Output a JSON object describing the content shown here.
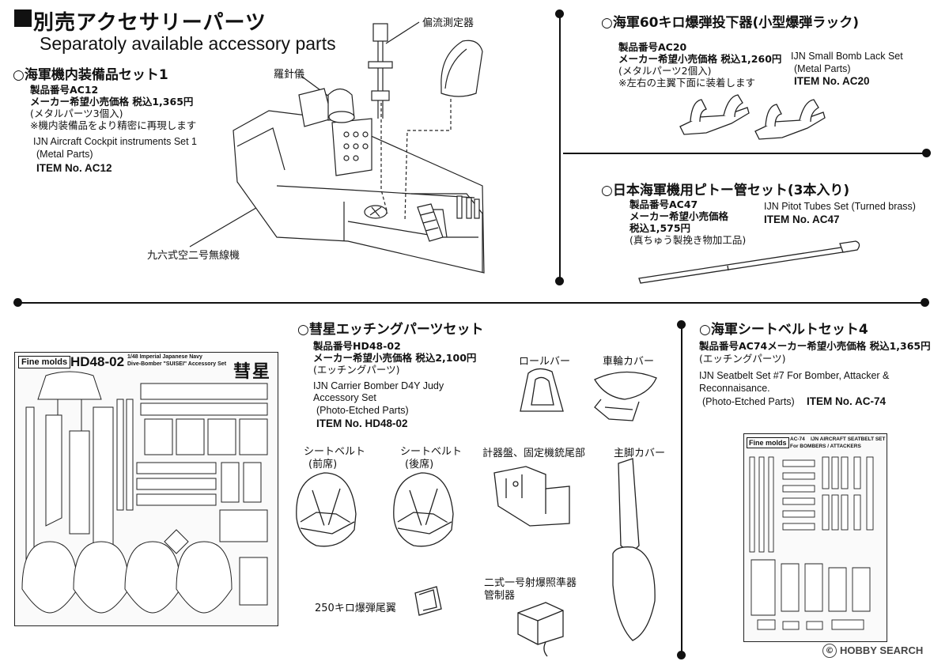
{
  "header": {
    "title_jp": "別売アクセサリーパーツ",
    "title_en": "Separatoly available accessory parts"
  },
  "ac12": {
    "heading": "○海軍機内装備品セット1",
    "code": "製品番号AC12",
    "price": "メーカー希望小売価格 税込1,365円",
    "parts": "(メタルパーツ3個入)",
    "note": "※機内装備品をより精密に再現します",
    "en_name": "IJN Aircraft Cockpit instruments Set 1",
    "en_type": "(Metal Parts)",
    "item": "ITEM No. AC12",
    "callout_flow": "偏流測定器",
    "callout_compass": "羅針儀",
    "callout_radio": "九六式空二号無線機"
  },
  "ac20": {
    "heading": "○海軍60キロ爆弾投下器(小型爆弾ラック)",
    "code": "製品番号AC20",
    "price": "メーカー希望小売価格 税込1,260円",
    "parts": "(メタルパーツ2個入)",
    "note": "※左右の主翼下面に装着します",
    "en_name": "IJN Small Bomb Lack Set",
    "en_type": "(Metal Parts)",
    "item": "ITEM No. AC20"
  },
  "ac47": {
    "heading": "○日本海軍機用ピトー管セット(3本入り)",
    "code": "製品番号AC47",
    "price_label": "メーカー希望小売価格",
    "price": "税込1,575円",
    "parts": "(真ちゅう製挽き物加工品)",
    "en_name": "IJN Pitot Tubes Set (Turned brass)",
    "item": "ITEM No. AC47"
  },
  "hd4802": {
    "heading": "○彗星エッチングパーツセット",
    "code": "製品番号HD48-02",
    "price": "メーカー希望小売価格 税込2,100円",
    "parts": "(エッチングパーツ)",
    "en_name": "IJN Carrier Bomber D4Y Judy",
    "en_name2": "Accessory Set",
    "en_type": "(Photo-Etched Parts)",
    "item": "ITEM No. HD48-02",
    "sheet_brand": "Fine molds",
    "sheet_code": "HD48-02",
    "sheet_desc1": "1/48 Imperial Japanese Navy",
    "sheet_desc2": "Dive-Bomber \"SUISEI\" Accessory Set",
    "sheet_kanji": "彗星",
    "label_rollbar": "ロールバー",
    "label_wheelcover": "車輪カバー",
    "label_seatbelt_front_1": "シートベルト",
    "label_seatbelt_front_2": "(前席)",
    "label_seatbelt_rear_1": "シートベルト",
    "label_seatbelt_rear_2": "(後席)",
    "label_panel": "計器盤、固定機銃尾部",
    "label_gearcover": "主脚カバー",
    "label_bombfin": "250キロ爆弾尾翼",
    "label_sight_1": "二式一号射爆照準器",
    "label_sight_2": "管制器"
  },
  "ac74": {
    "heading": "○海軍シートベルトセット4",
    "code_price": "製品番号AC74メーカー希望小売価格 税込1,365円",
    "parts": "(エッチングパーツ)",
    "en_name": "IJN Seatbelt Set #7 For Bomber, Attacker &",
    "en_name2": "Reconnaisance.",
    "en_type": "(Photo-Etched Parts)",
    "item": "ITEM No. AC-74",
    "sheet_brand": "Fine molds",
    "sheet_code": "AC-74",
    "sheet_desc1": "IJN AIRCRAFT SEATBELT SET",
    "sheet_desc2": "For BOMBERS / ATTACKERS"
  },
  "watermark": "HOBBY SEARCH",
  "watermark_symbol": "©"
}
